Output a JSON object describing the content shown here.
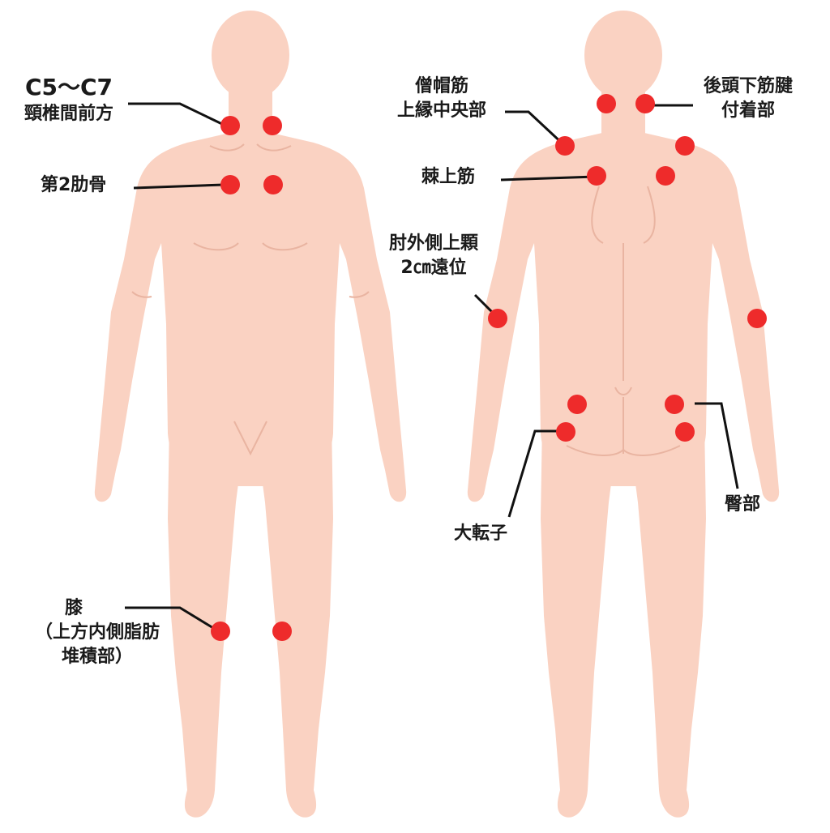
{
  "colors": {
    "skin": "#fad2c2",
    "skin_line": "#e9b4a1",
    "point": "#ee2b2b",
    "leader": "#111111",
    "text": "#1a1a1a"
  },
  "front": {
    "cervical": {
      "line1": "C5〜C7",
      "line2": "頸椎間前方"
    },
    "rib": "第2肋骨",
    "knee": {
      "line1": "膝",
      "line2": "（上方内側脂肪",
      "line3": "堆積部）"
    }
  },
  "back": {
    "trapezius": {
      "line1": "僧帽筋",
      "line2": "上縁中央部"
    },
    "occipital": {
      "line1": "後頭下筋腱",
      "line2": "付着部"
    },
    "supraspinatus": "棘上筋",
    "elbow": {
      "line1": "肘外側上顆",
      "line2": "2㎝遠位"
    },
    "trochanter": "大転子",
    "gluteal": "臀部"
  },
  "tender_points": [
    {
      "id": "front-cervical-left"
    },
    {
      "id": "front-cervical-right"
    },
    {
      "id": "front-rib-left"
    },
    {
      "id": "front-rib-right"
    },
    {
      "id": "front-knee-left"
    },
    {
      "id": "front-knee-right"
    },
    {
      "id": "back-occipital-left"
    },
    {
      "id": "back-occipital-right"
    },
    {
      "id": "back-trapezius-left"
    },
    {
      "id": "back-trapezius-right"
    },
    {
      "id": "back-supraspinatus-left"
    },
    {
      "id": "back-supraspinatus-right"
    },
    {
      "id": "back-elbow-left"
    },
    {
      "id": "back-elbow-right"
    },
    {
      "id": "back-gluteal-left"
    },
    {
      "id": "back-gluteal-right"
    },
    {
      "id": "back-trochanter-left"
    },
    {
      "id": "back-trochanter-right"
    }
  ]
}
